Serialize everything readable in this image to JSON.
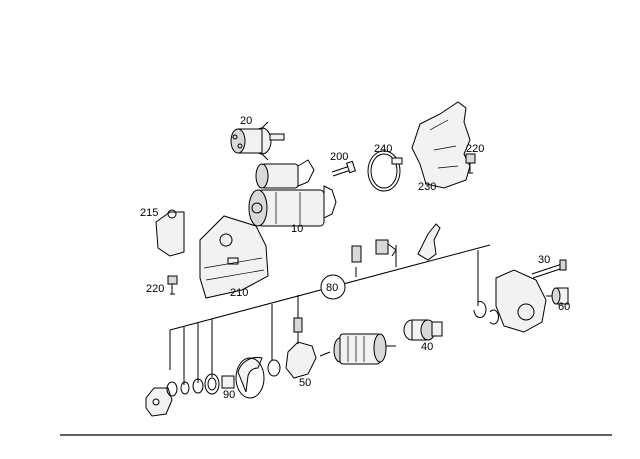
{
  "parts": {
    "p10": "10",
    "p20": "20",
    "p30": "30",
    "p40": "40",
    "p50": "50",
    "p60": "60",
    "p80": "80",
    "p90": "90",
    "p200": "200",
    "p210": "210",
    "p215": "215",
    "p220a": "220",
    "p220b": "220",
    "p230": "230",
    "p240": "240"
  }
}
